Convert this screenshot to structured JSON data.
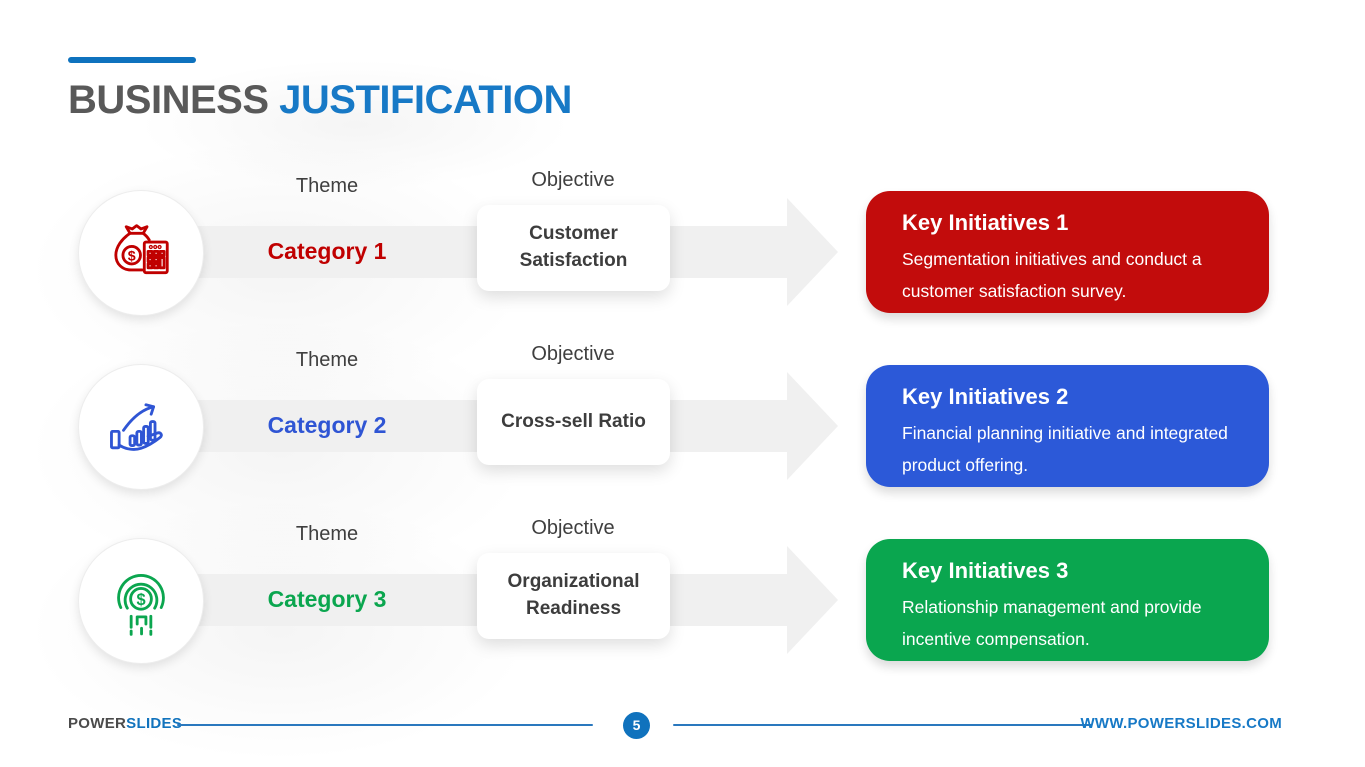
{
  "slide": {
    "title": {
      "part1": "BUSINESS",
      "part2": "JUSTIFICATION"
    },
    "colors": {
      "title_gray": "#595959",
      "title_accent_blue": "#1779C6",
      "rule_blue": "#0E72BE",
      "band_gray": "#F0F0F0",
      "label_gray": "#3F3F3F",
      "footer_blue": "#1173BD"
    },
    "rows": [
      {
        "theme_label": "Theme",
        "category": "Category 1",
        "category_color": "#C00000",
        "objective_label": "Objective",
        "objective": "Customer Satisfaction",
        "key_title": "Key Initiatives 1",
        "key_body": "Segmentation initiatives and conduct a customer satisfaction survey.",
        "box_color": "#C20C0C",
        "icon": "money-bag-calculator-icon"
      },
      {
        "theme_label": "Theme",
        "category": "Category 2",
        "category_color": "#2F55D4",
        "objective_label": "Objective",
        "objective": "Cross-sell Ratio",
        "key_title": "Key Initiatives 2",
        "key_body": "Financial planning initiative and integrated product offering.",
        "box_color": "#2C59D8",
        "icon": "growth-hand-icon"
      },
      {
        "theme_label": "Theme",
        "category": "Category 3",
        "category_color": "#0BA64F",
        "objective_label": "Objective",
        "objective": "Organizational Readiness",
        "key_title": "Key Initiatives 3",
        "key_body": "Relationship management and provide incentive compensation.",
        "box_color": "#0AA64F",
        "icon": "idea-dollar-icon"
      }
    ],
    "footer": {
      "brand_part1": "POWER",
      "brand_part2": "SLIDES",
      "page_number": "5",
      "website": "WWW.POWERSLIDES.COM"
    }
  }
}
